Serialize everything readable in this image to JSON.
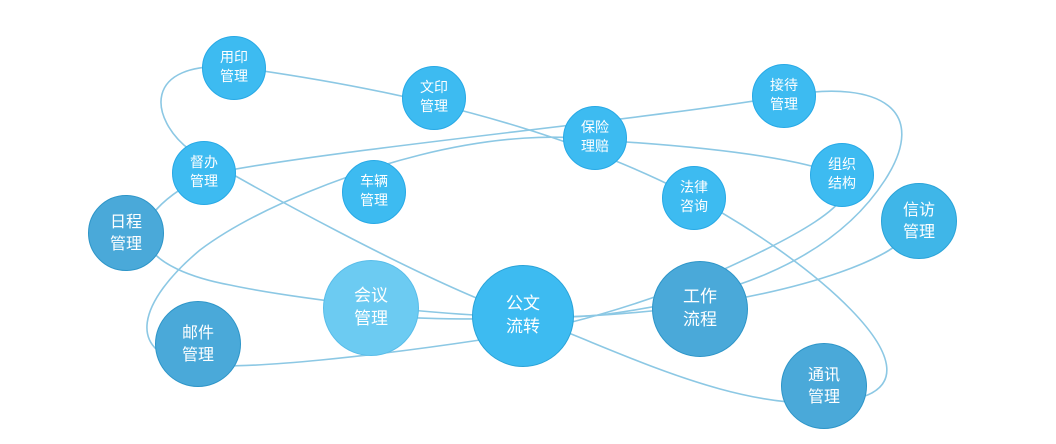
{
  "colors": {
    "link": "#8cc8e4",
    "bright_blue": "#3dbbf1",
    "steel_blue": "#4aa9d9",
    "light_blue": "#6ccbf2",
    "sky_blue": "#3fb6e8"
  },
  "nodes": [
    {
      "id": "yongyin",
      "line1": "用印",
      "line2": "管理"
    },
    {
      "id": "wenyin",
      "line1": "文印",
      "line2": "管理"
    },
    {
      "id": "jiedai",
      "line1": "接待",
      "line2": "管理"
    },
    {
      "id": "baoxian",
      "line1": "保险",
      "line2": "理赔"
    },
    {
      "id": "duban",
      "line1": "督办",
      "line2": "管理"
    },
    {
      "id": "cheliang",
      "line1": "车辆",
      "line2": "管理"
    },
    {
      "id": "falv",
      "line1": "法律",
      "line2": "咨询"
    },
    {
      "id": "zuzhi",
      "line1": "组织",
      "line2": "结构"
    },
    {
      "id": "richeng",
      "line1": "日程",
      "line2": "管理"
    },
    {
      "id": "xinfang",
      "line1": "信访",
      "line2": "管理"
    },
    {
      "id": "huiyi",
      "line1": "会议",
      "line2": "管理"
    },
    {
      "id": "gongwen",
      "line1": "公文",
      "line2": "流转"
    },
    {
      "id": "gongzuo",
      "line1": "工作",
      "line2": "流程"
    },
    {
      "id": "youjian",
      "line1": "邮件",
      "line2": "管理"
    },
    {
      "id": "tongxun",
      "line1": "通讯",
      "line2": "管理"
    }
  ]
}
